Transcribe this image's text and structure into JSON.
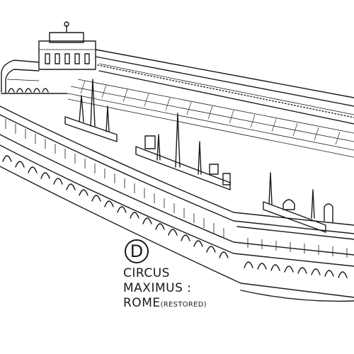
{
  "caption": {
    "letter": "D",
    "line1": "CIRCUS",
    "line2": "MAXIMUS :",
    "line3": "ROME",
    "note": "(RESTORED)"
  }
}
